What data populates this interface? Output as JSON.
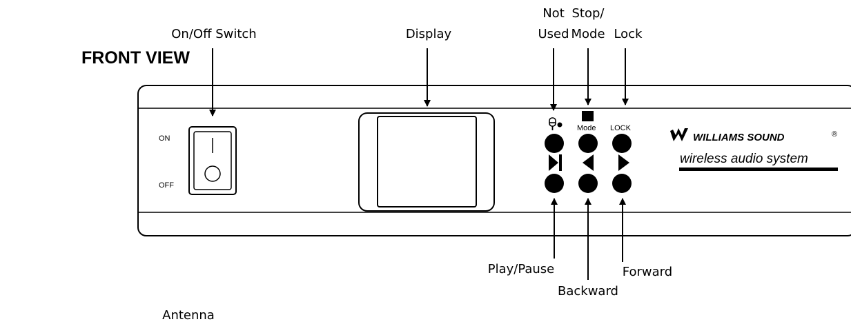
{
  "heading": "FRONT VIEW",
  "callouts": {
    "power_switch": "On/Off Switch",
    "display": "Display",
    "not_used_line1": "Not",
    "not_used_line2": "Used",
    "stop_mode_line1": "Stop/",
    "stop_mode_line2": "Mode",
    "lock": "Lock",
    "play_pause": "Play/Pause",
    "backward": "Backward",
    "forward": "Forward",
    "antenna": "Antenna"
  },
  "panel_labels": {
    "on": "ON",
    "off": "OFF",
    "mode": "Mode",
    "lock": "LOCK"
  },
  "brand": {
    "name": "WILLIAMS SOUND",
    "registered": "®",
    "tagline": "wireless audio system"
  },
  "icons": [
    "microphone-record-icon",
    "stop-square-icon",
    "play-pause-icon",
    "backward-triangle-icon",
    "forward-triangle-icon",
    "williams-sound-logo-icon"
  ]
}
